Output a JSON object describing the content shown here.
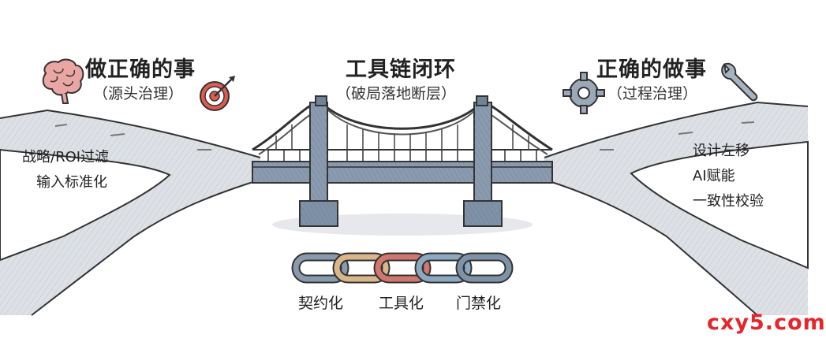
{
  "left": {
    "title": "做正确的事",
    "subtitle": "（源头治理）",
    "items": [
      "战略/ROI过滤",
      "输入标准化"
    ]
  },
  "center": {
    "title": "工具链闭环",
    "subtitle": "（破局落地断层）"
  },
  "right": {
    "title": "正确的做事",
    "subtitle": "（过程治理）",
    "items": [
      "设计左移",
      "AI赋能",
      "一致性校验"
    ]
  },
  "chain": {
    "labels": [
      "契约化",
      "工具化",
      "门禁化"
    ],
    "link_colors": [
      "#8a9aae",
      "#d9b78a",
      "#cf7770",
      "#8da9c0",
      "#7f93a8"
    ]
  },
  "icons": {
    "left": [
      "brain-icon",
      "target-icon"
    ],
    "right": [
      "gear-icon",
      "wrench-icon"
    ]
  },
  "brand": "cxy5.com",
  "colors": {
    "road": "#d9dde2",
    "bridge": "#7f93a9",
    "brand": "#e5262a"
  }
}
